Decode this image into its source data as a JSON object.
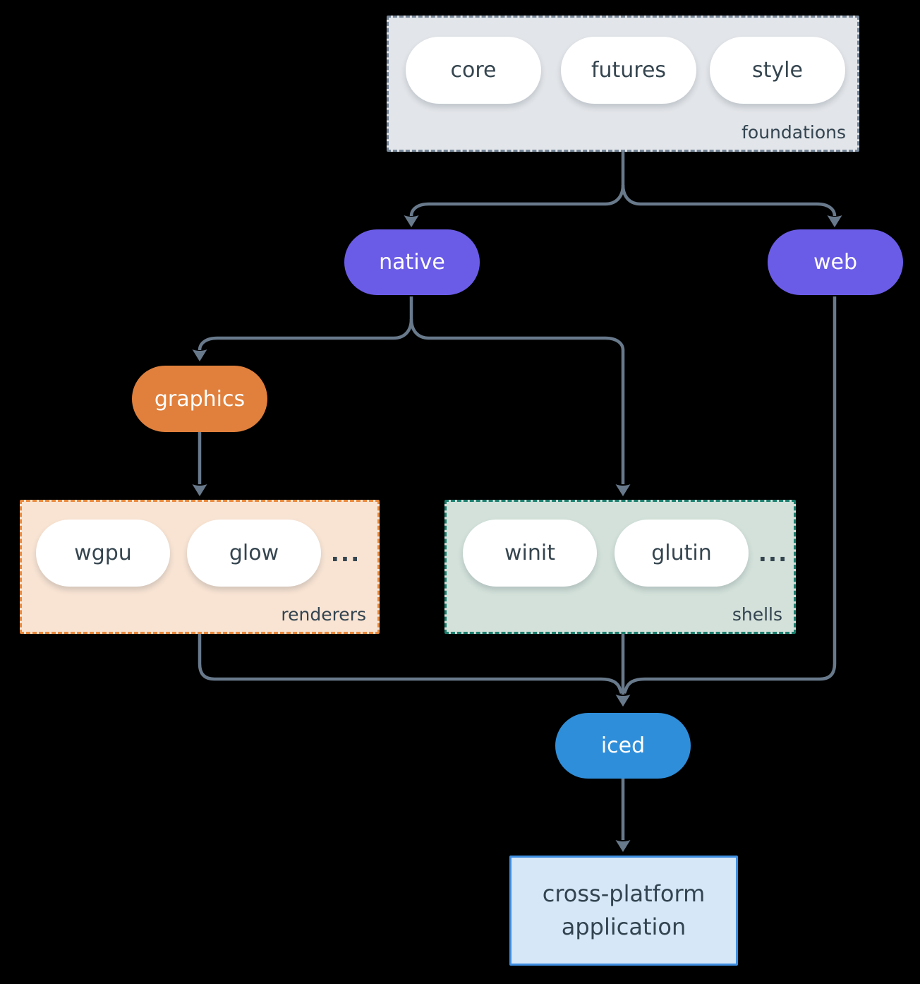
{
  "colors": {
    "background": "#000000",
    "arrow": "#68798b",
    "text_dark": "#334450",
    "pill_white": "#ffffff",
    "purple": "#6b5ce7",
    "orange": "#e0803c",
    "blue": "#2f8ed9",
    "foundations_fill": "#e2e5e9",
    "foundations_border": "#78889a",
    "renderers_fill": "#f9e4d3",
    "renderers_border": "#e8883c",
    "shells_fill": "#d3e1da",
    "shells_border": "#1b7f6e",
    "app_fill": "#d6e7f8",
    "app_border": "#3f8ee0"
  },
  "groups": {
    "foundations": {
      "label": "foundations",
      "pills": [
        "core",
        "futures",
        "style"
      ]
    },
    "renderers": {
      "label": "renderers",
      "pills": [
        "wgpu",
        "glow"
      ],
      "ellipsis": "..."
    },
    "shells": {
      "label": "shells",
      "pills": [
        "winit",
        "glutin"
      ],
      "ellipsis": "..."
    }
  },
  "nodes": {
    "native": "native",
    "web": "web",
    "graphics": "graphics",
    "iced": "iced",
    "application": {
      "line1": "cross-platform",
      "line2": "application"
    }
  }
}
